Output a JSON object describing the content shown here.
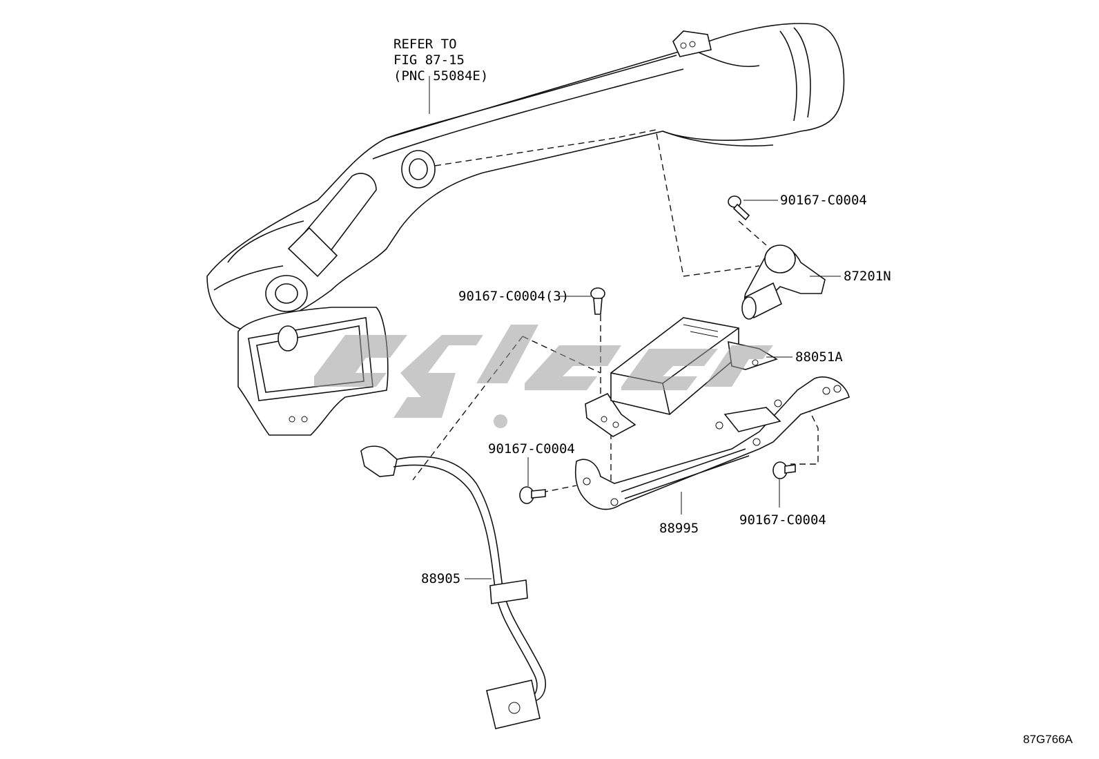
{
  "refer_note": {
    "line1": "REFER TO",
    "line2": "FIG 87-15",
    "line3": "(PNC 55084E)"
  },
  "callouts": {
    "screw_top": "90167-C0004",
    "sensor": "87201N",
    "screw_x3": "90167-C0004(3)",
    "module": "88051A",
    "screw_left": "90167-C0004",
    "bracket": "88995",
    "screw_right": "90167-C0004",
    "harness": "88905"
  },
  "figure_code": "87G766A"
}
